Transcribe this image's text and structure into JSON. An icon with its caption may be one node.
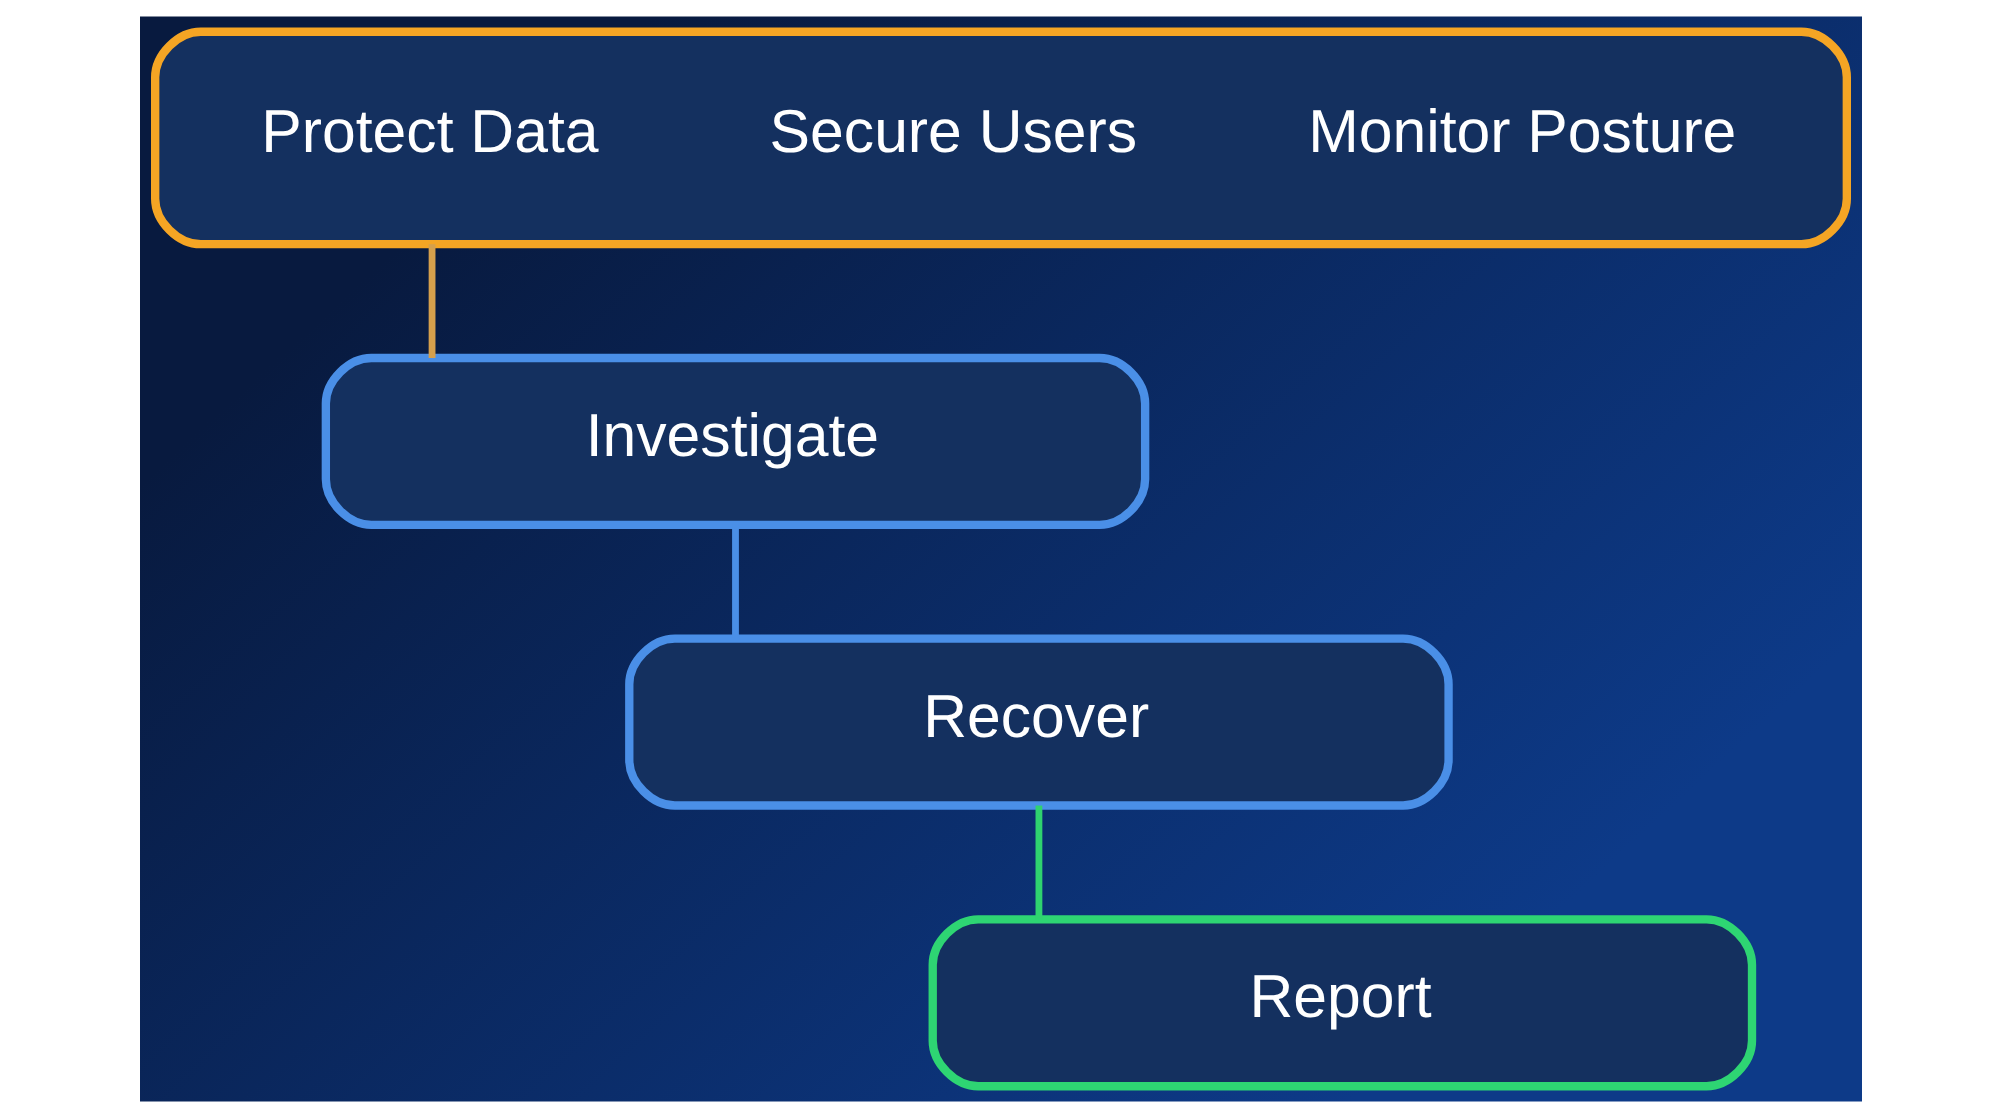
{
  "diagram": {
    "nodes": [
      {
        "text": [
          "Protect Data",
          "Secure Users",
          "Monitor Posture"
        ]
      },
      {
        "text": [
          "Investigate"
        ]
      },
      {
        "text": [
          "Recover"
        ]
      },
      {
        "text": [
          "Report"
        ]
      }
    ],
    "edges": [
      {
        "from": 0,
        "to": 1,
        "arrow": "none",
        "color": "#d6a04c"
      },
      {
        "from": 1,
        "to": 2,
        "arrow": "none",
        "color": "#4a8fe7"
      },
      {
        "from": 2,
        "to": 3,
        "arrow": "none",
        "color": "#2fd36f"
      }
    ]
  }
}
